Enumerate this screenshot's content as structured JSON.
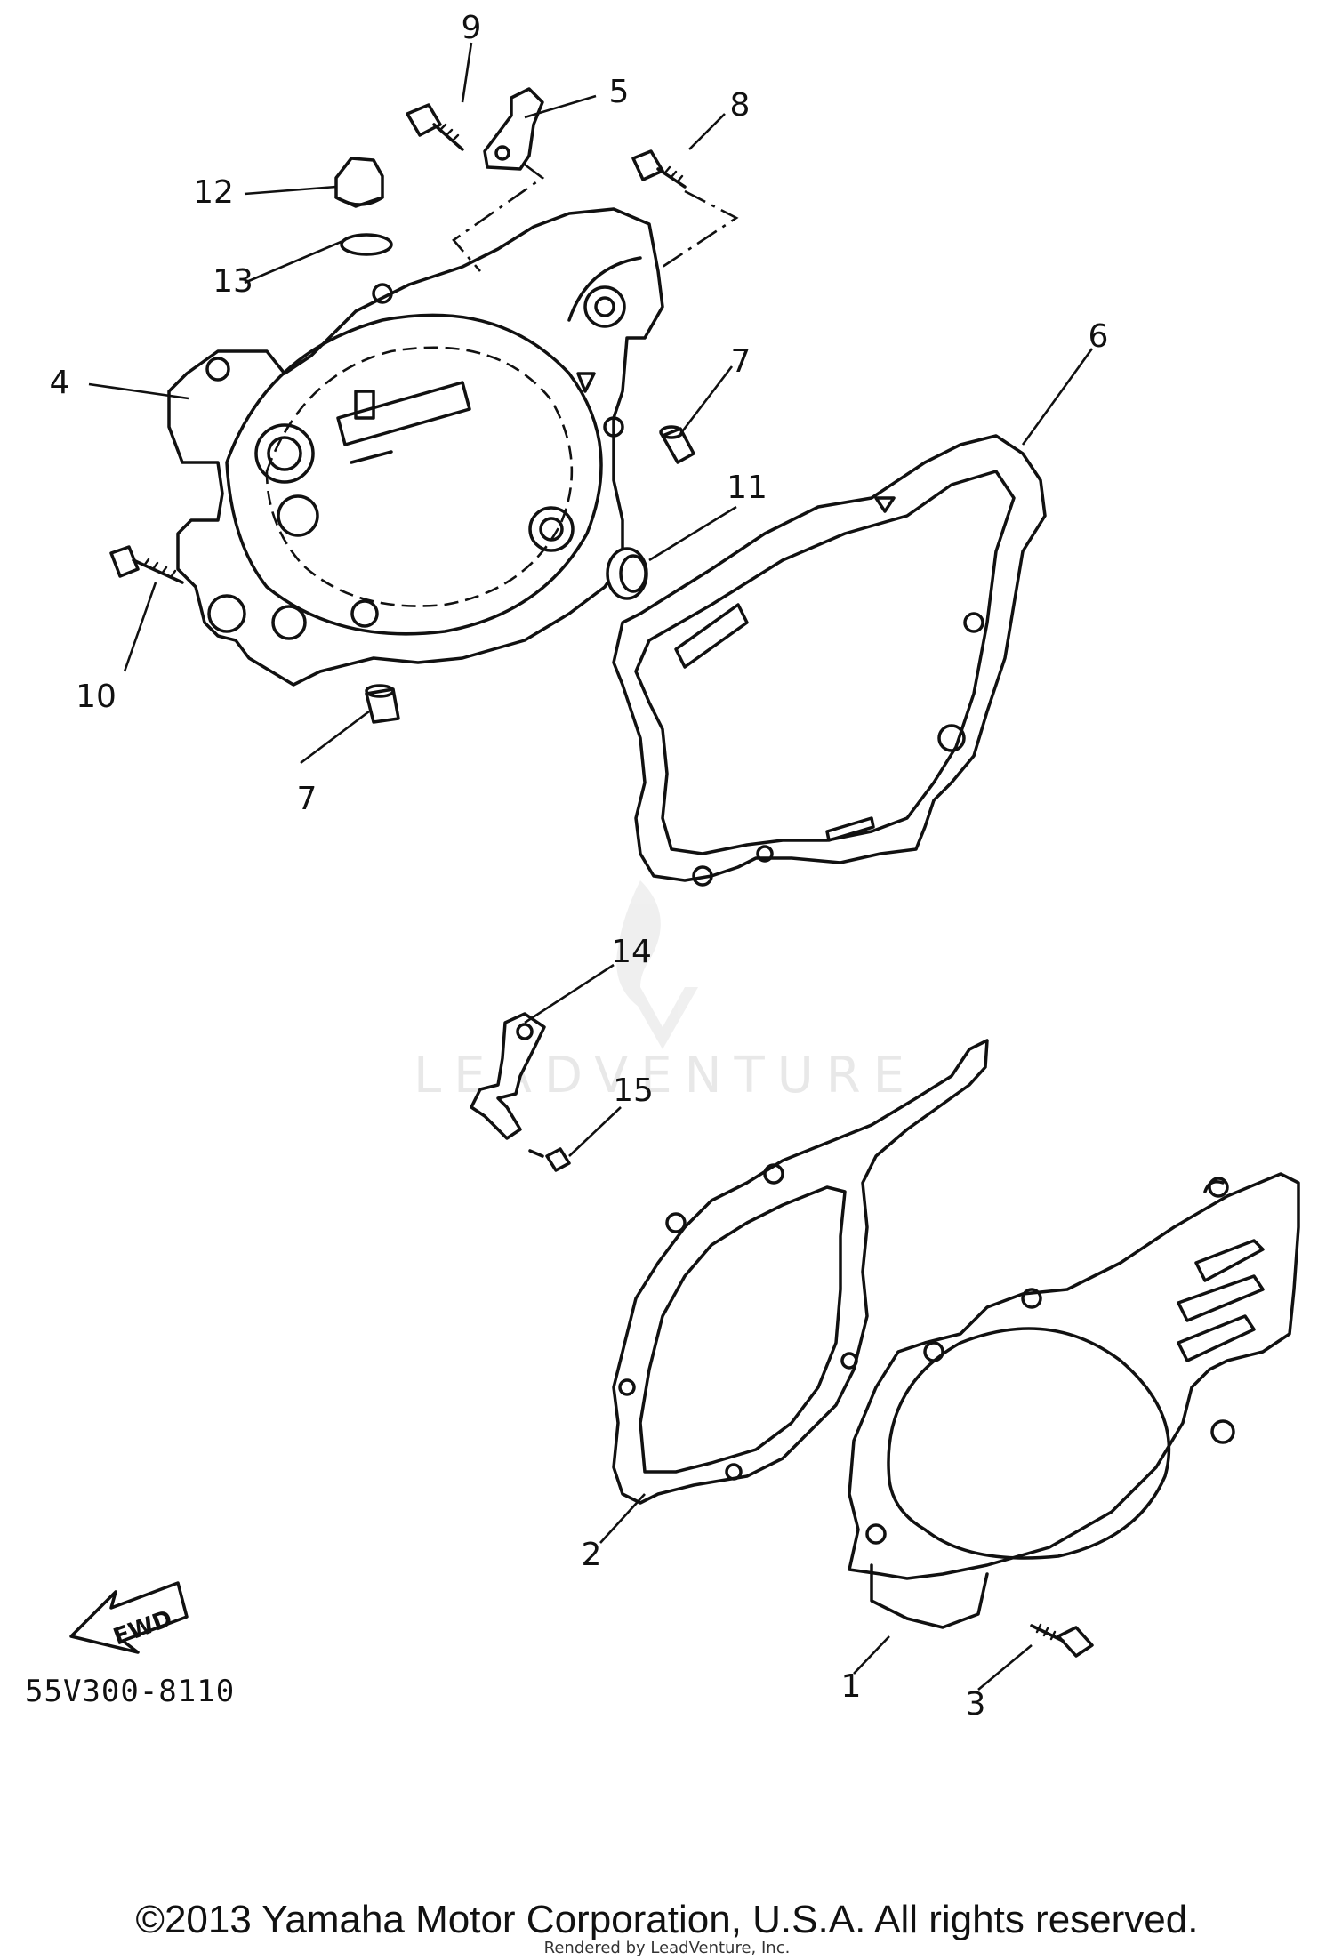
{
  "diagram": {
    "callouts": [
      {
        "id": "1",
        "text": "1"
      },
      {
        "id": "2",
        "text": "2"
      },
      {
        "id": "3",
        "text": "3"
      },
      {
        "id": "4",
        "text": "4"
      },
      {
        "id": "5",
        "text": "5"
      },
      {
        "id": "6",
        "text": "6"
      },
      {
        "id": "7a",
        "text": "7"
      },
      {
        "id": "7b",
        "text": "7"
      },
      {
        "id": "8",
        "text": "8"
      },
      {
        "id": "9",
        "text": "9"
      },
      {
        "id": "10",
        "text": "10"
      },
      {
        "id": "11",
        "text": "11"
      },
      {
        "id": "12",
        "text": "12"
      },
      {
        "id": "13",
        "text": "13"
      },
      {
        "id": "14",
        "text": "14"
      },
      {
        "id": "15",
        "text": "15"
      }
    ],
    "fwd_label": "FWD",
    "watermark": "LEADVENTURE"
  },
  "footer": {
    "code": "55V300-8110",
    "copyright": "©2013 Yamaha Motor Corporation, U.S.A. All rights reserved.",
    "rendered_by": "Rendered by LeadVenture, Inc."
  }
}
